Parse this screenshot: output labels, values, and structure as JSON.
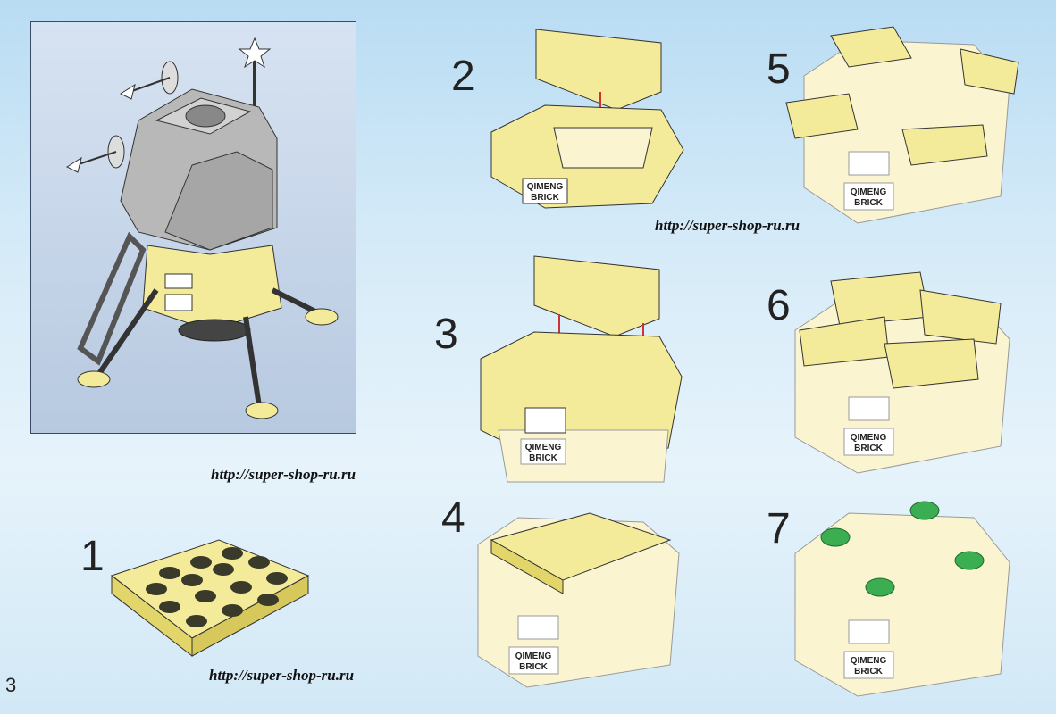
{
  "page": {
    "number": "3"
  },
  "steps": [
    {
      "number": "1"
    },
    {
      "number": "2"
    },
    {
      "number": "3"
    },
    {
      "number": "4"
    },
    {
      "number": "5"
    },
    {
      "number": "6"
    },
    {
      "number": "7"
    }
  ],
  "watermarks": [
    "http://super-shop-ru.ru",
    "http://super-shop-ru.ru",
    "http://super-shop-ru.ru"
  ],
  "brand_label": [
    "QIMENG",
    "BRICK"
  ],
  "colors": {
    "yellow": "#f4eb9a",
    "yellow_dark": "#e2d56a",
    "stud": "#3a3a2a",
    "green": "#3cae52",
    "grey": "#b8b8b8",
    "background": "#d6ebf8"
  }
}
